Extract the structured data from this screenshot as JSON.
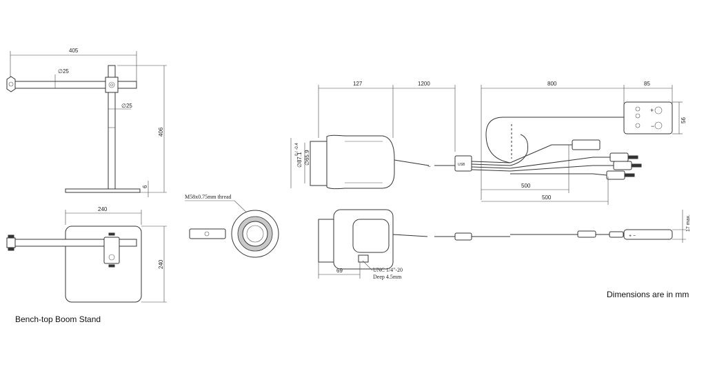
{
  "captions": {
    "stand_title": "Bench-top Boom Stand",
    "units_note": "Dimensions are in mm"
  },
  "stand_dims": {
    "arm_length": "405",
    "arm_diameter": "∅25",
    "pole_diameter": "∅25",
    "height": "406",
    "base_thickness": "6",
    "base_width": "240",
    "base_depth": "240"
  },
  "camera_dims": {
    "thread_note": "M58x0.75mm thread",
    "body_length": "127",
    "cable_length_1": "1200",
    "diameter_outer": "∅87.1",
    "tolerance": "0 / -0.4",
    "diameter_inner": "∅65.9",
    "front_length": "69",
    "mount_note_1": "UNC 1/4\"-20",
    "mount_note_2": "Deep 4.5mm"
  },
  "controller_dims": {
    "cable_length_2": "800",
    "box_width": "85",
    "box_height": "56",
    "lead_length_1": "500",
    "lead_length_2": "500",
    "box_thickness": "17 max."
  },
  "line_color": "#333333"
}
